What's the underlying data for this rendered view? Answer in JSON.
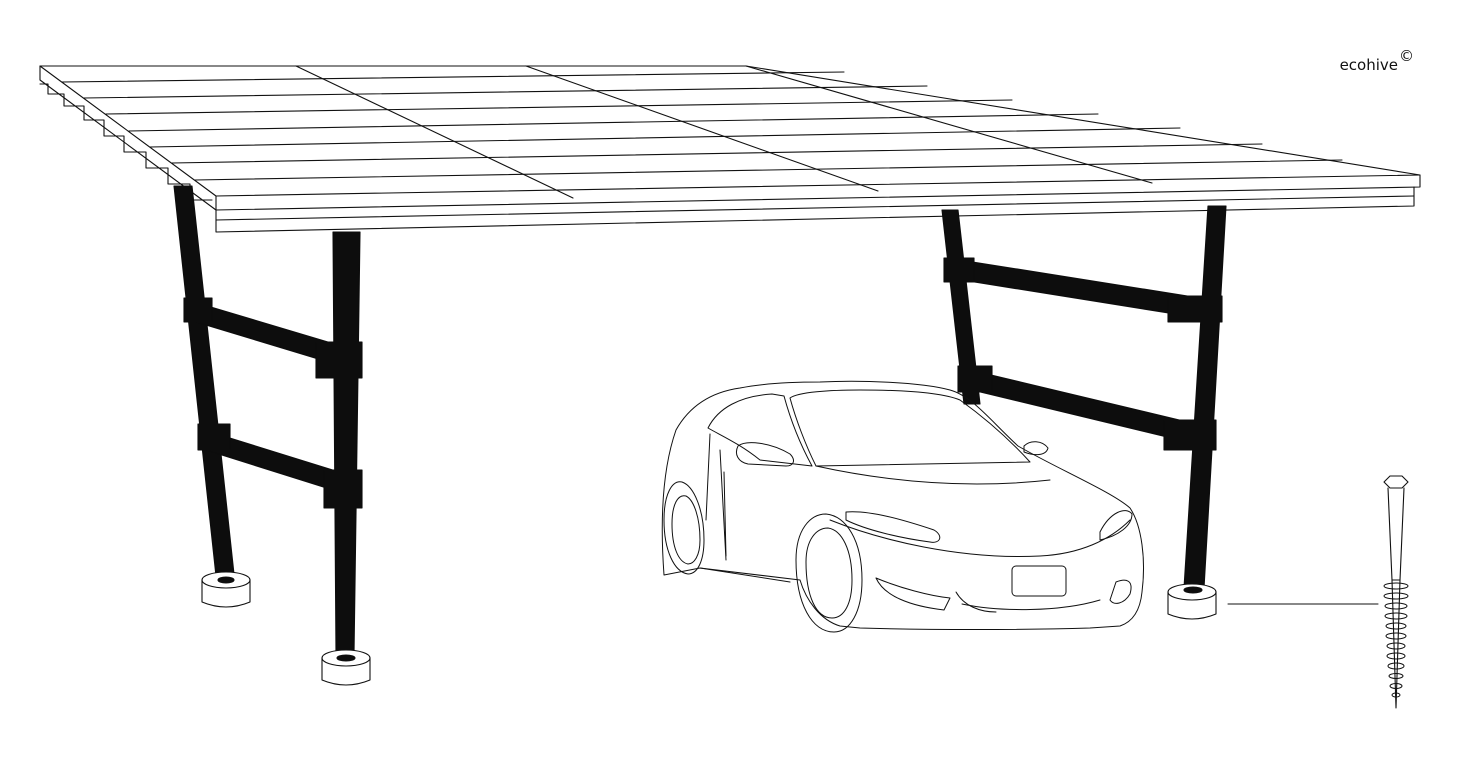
{
  "brand": {
    "name": "ecohive",
    "mark": "©"
  },
  "colors": {
    "line": "#111111",
    "steel": "#0d0d0d",
    "background": "#ffffff"
  },
  "icons": [
    "solar-carport-illustration",
    "car-illustration",
    "ground-screw-icon"
  ]
}
